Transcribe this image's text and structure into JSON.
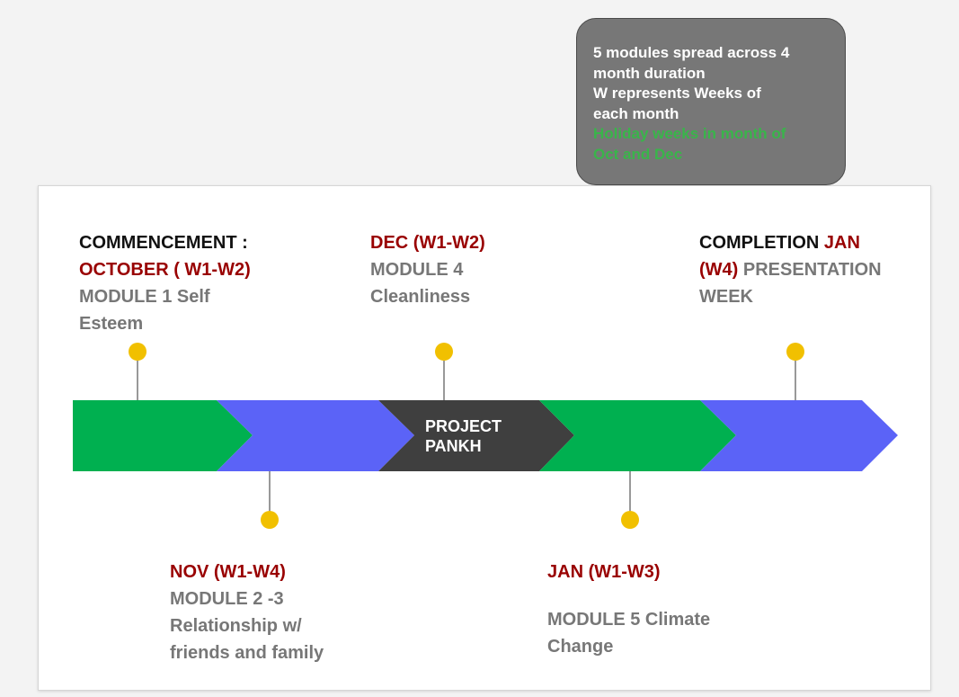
{
  "note": {
    "line1": "5 modules spread across 4",
    "line2": "month duration",
    "line3": "W  represents Weeks of",
    "line4": "each month",
    "line5": "Holiday weeks in month of",
    "line6": "Oct and Dec",
    "highlight_color": "#39b54a"
  },
  "center": {
    "line1": "PROJECT",
    "line2": "PANKH"
  },
  "milestones": {
    "commencement": {
      "heading": "COMMENCEMENT :",
      "date": "OCTOBER ( W1-W2)",
      "module_line1": "MODULE 1 Self",
      "module_line2": "Esteem"
    },
    "nov": {
      "date": "NOV (W1-W4)",
      "module_line1": "MODULE 2 -3",
      "module_line2": "Relationship w/",
      "module_line3": "friends and family"
    },
    "dec": {
      "date": "DEC (W1-W2)",
      "module_line1": "MODULE 4",
      "module_line2": "Cleanliness"
    },
    "jan": {
      "date": "JAN (W1-W3)",
      "module_line1": "MODULE 5 Climate",
      "module_line2": "Change"
    },
    "completion": {
      "heading": "COMPLETION",
      "date_part1": "JAN",
      "date_part2": "(W4)",
      "rest_line1": "PRESENTATION",
      "rest_line2": "WEEK"
    }
  },
  "colors": {
    "green": "#00b050",
    "blue": "#5b63f7",
    "dark": "#3f3f3f",
    "dot": "#f1c000",
    "date_red": "#990000"
  }
}
